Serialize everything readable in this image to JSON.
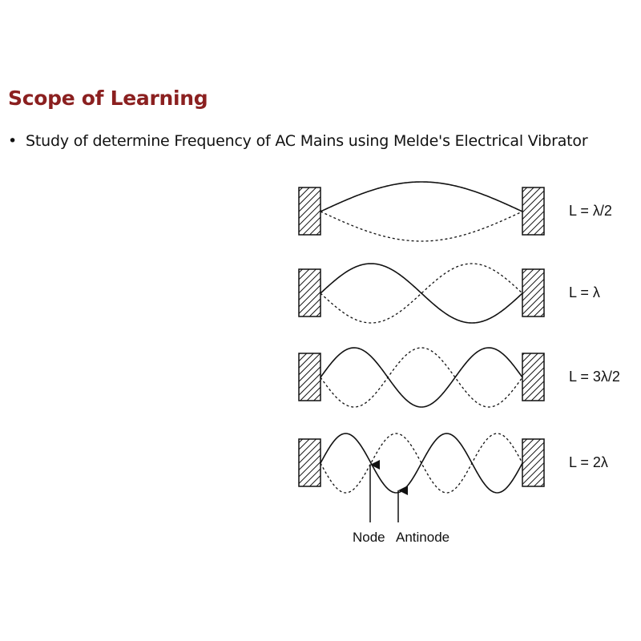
{
  "heading": "Scope of Learning",
  "bullets": [
    "Study of determine Frequency of AC Mains using Melde's Electrical Vibrator"
  ],
  "bullet_glyph": "•",
  "title_color": "#8b2020",
  "modes": [
    {
      "label": "L = λ/2",
      "loops": 1
    },
    {
      "label": "L = λ",
      "loops": 2
    },
    {
      "label": "L = 3λ/2",
      "loops": 3
    },
    {
      "label": "L = 2λ",
      "loops": 4
    }
  ],
  "pointers": {
    "node_label": "Node",
    "antinode_label": "Antinode"
  }
}
